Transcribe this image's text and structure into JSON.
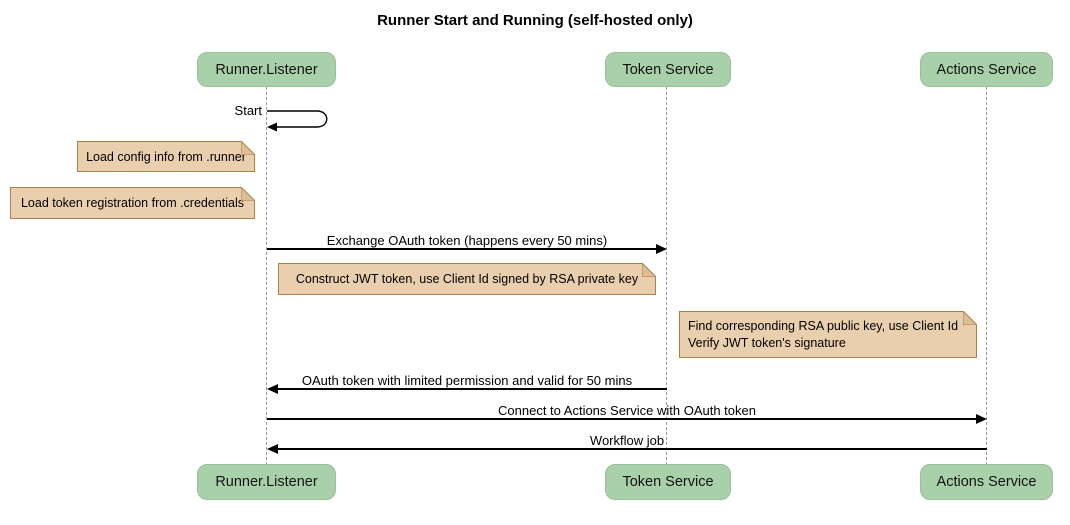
{
  "diagram": {
    "title": "Runner Start and Running (self-hosted only)",
    "type": "sequence-diagram"
  },
  "participants": {
    "runner": "Runner.Listener",
    "token": "Token Service",
    "actions": "Actions Service"
  },
  "messages": {
    "start": "Start",
    "exchange": "Exchange OAuth token (happens every 50 mins)",
    "oauth_return": "OAuth token with limited permission and valid for 50 mins",
    "connect": "Connect to Actions Service with OAuth token",
    "workflow": "Workflow job"
  },
  "notes": {
    "load_config": "Load config info from .runner",
    "load_token": "Load token registration from .credentials",
    "construct_jwt": "Construct JWT token, use Client Id signed by RSA private key",
    "find_rsa_line1": "Find corresponding RSA public key, use Client Id",
    "find_rsa_line2": "Verify JWT token's signature"
  },
  "colors": {
    "participant_fill": "#A9D1A9",
    "participant_border": "#9DBE9D",
    "note_fill": "#EACFAE",
    "note_border": "#A8824B",
    "note_fold": "#DDBE95",
    "lifeline": "#999999",
    "arrow": "#000000",
    "background": "#FFFFFF"
  }
}
